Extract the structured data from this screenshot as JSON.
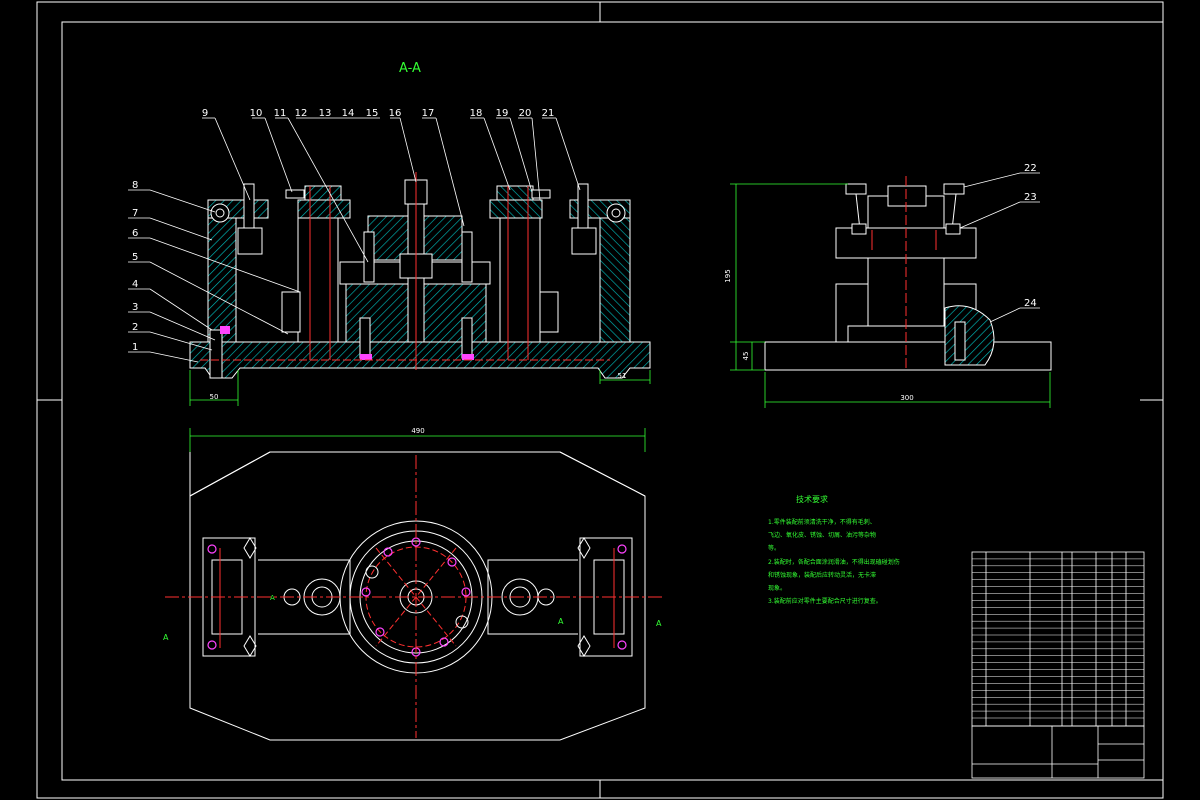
{
  "view_title": "A-A",
  "part_numbers_top": [
    "9",
    "10",
    "11",
    "12",
    "13",
    "14",
    "15",
    "16",
    "17",
    "18",
    "19",
    "20",
    "21"
  ],
  "part_numbers_left": [
    "8",
    "7",
    "6",
    "5",
    "4",
    "3",
    "2",
    "1"
  ],
  "part_numbers_side": [
    "22",
    "23",
    "24"
  ],
  "dimensions": {
    "left_width": "50",
    "right_width": "51",
    "plan_width": "490",
    "side_width": "300",
    "side_height": "195",
    "side_base": "45"
  },
  "section_marks": [
    "A",
    "A",
    "A",
    "A"
  ],
  "notes_title": "技术要求",
  "notes_lines": [
    "1.零件装配前须清洗干净，不得有毛刺、",
    "飞边、氧化皮、锈蚀、切屑、油污等杂物",
    "等。",
    "2.装配时，各配合面涂润滑油，不得出现磕碰划伤",
    "和锈蚀现象，装配后应转动灵活，无卡滞",
    "现象。",
    "3.装配前应对零件主要配合尺寸进行复查。"
  ],
  "bom_rows": 24,
  "colors": {
    "outline": "#ffffff",
    "section": "#00c8c8",
    "dimension": "#33ff33",
    "center": "#ff3030",
    "accent": "#ff44ff"
  }
}
